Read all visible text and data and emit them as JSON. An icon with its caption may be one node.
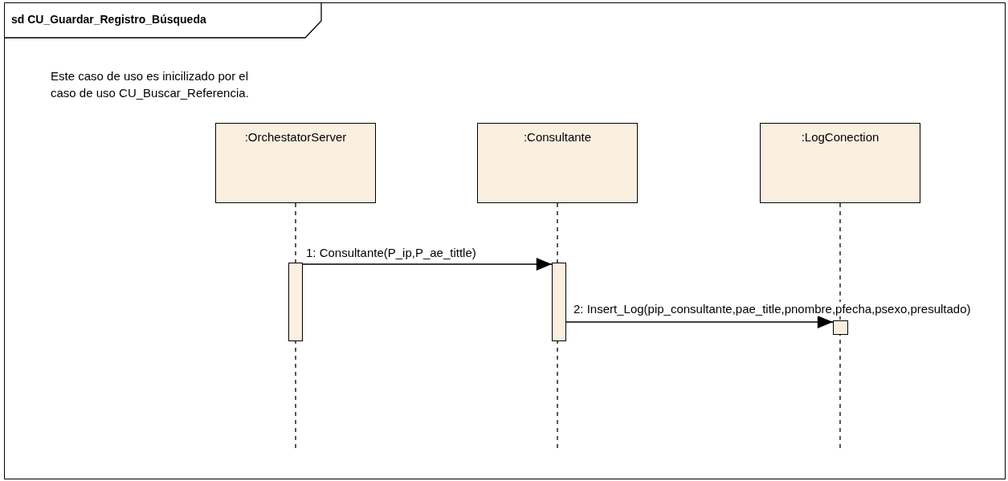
{
  "diagram": {
    "nodes": [
      {
        "text": [
          "sd CU_Guardar_Registro_Búsqueda"
        ]
      },
      {
        "text": [
          ":OrchestatorServer"
        ],
        "in": 0
      },
      {
        "text": [
          ":Consultante"
        ],
        "in": 0
      },
      {
        "text": [
          ":LogConection"
        ],
        "in": 0
      },
      {
        "text": [],
        "shape": "bar",
        "in": 0
      },
      {
        "text": [],
        "shape": "bar",
        "in": 0
      },
      {
        "text": [],
        "shape": "bar",
        "in": 0
      }
    ],
    "edges": [
      {
        "from": 4,
        "to": 5,
        "arrow": "to",
        "label": "1: Consultante(P_ip,P_ae_tittle)"
      },
      {
        "from": 5,
        "to": 6,
        "arrow": "to",
        "label": "2: Insert_Log(pip_consultante,pae_title,pnombre,pfecha,psexo,presultado)"
      }
    ],
    "labels": [
      "Este caso de uso es inicilizado por el caso de uso CU_Buscar_Referencia."
    ]
  }
}
